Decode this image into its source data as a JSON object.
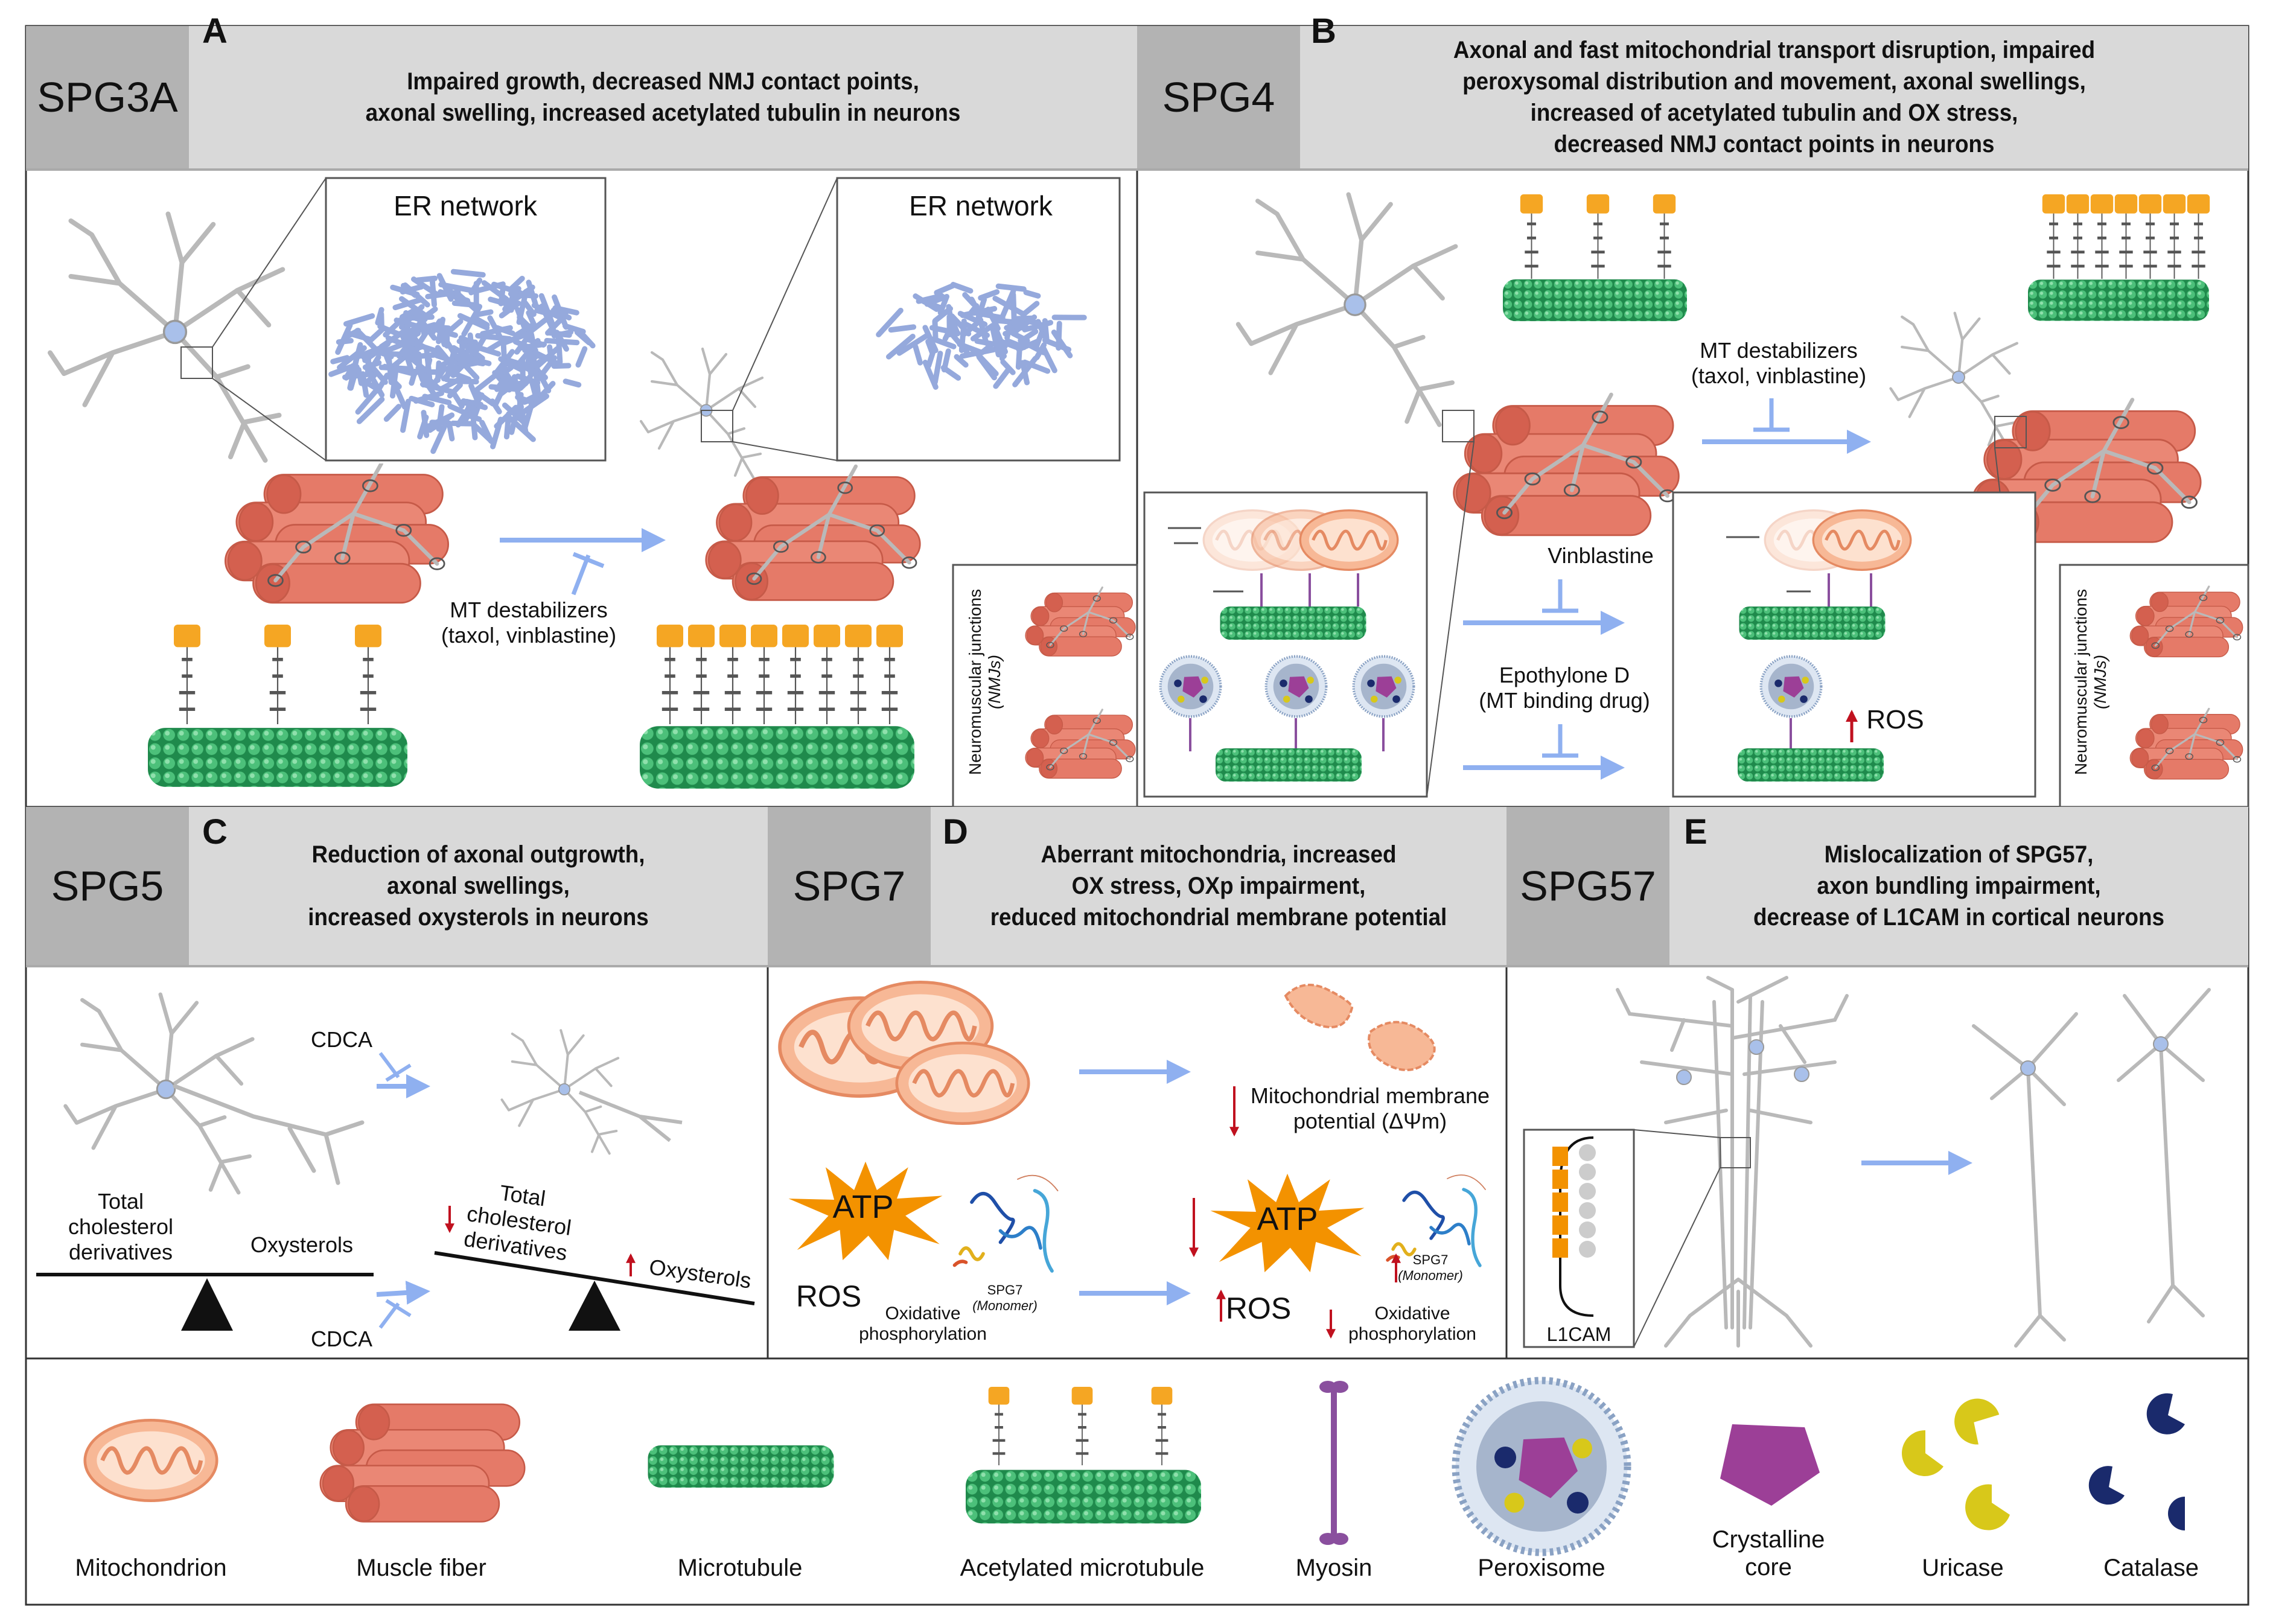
{
  "panels": {
    "A": {
      "letter": "A",
      "gene": "SPG3A",
      "header": [
        "Impaired growth, decreased NMJ contact points,",
        "axonal swelling, increased acetylated tubulin in neurons"
      ],
      "er_label_1": "ER network",
      "er_label_2": "ER network",
      "treatment": [
        "MT destabilizers",
        "(taxol, vinblastine)"
      ],
      "nmj_label": [
        "Neuromuscular junctions",
        "(NMJs)"
      ]
    },
    "B": {
      "letter": "B",
      "gene": "SPG4",
      "header": [
        "Axonal and fast mitochondrial transport disruption, impaired",
        "peroxysomal distribution and movement, axonal swellings,",
        "increased of acetylated tubulin and OX stress,",
        "decreased NMJ contact points in neurons"
      ],
      "treatment": [
        "MT destabilizers",
        "(taxol, vinblastine)"
      ],
      "vinblastine": "Vinblastine",
      "epothylone": [
        "Epothylone D",
        "(MT binding drug)"
      ],
      "ros": "ROS",
      "nmj_label": [
        "Neuromuscular junctions",
        "(NMJs)"
      ]
    },
    "C": {
      "letter": "C",
      "gene": "SPG5",
      "header": [
        "Reduction of axonal outgrowth,",
        "axonal swellings,",
        "increased oxysterols in neurons"
      ],
      "cdca_top": "CDCA",
      "cdca_bottom": "CDCA",
      "left_cholesterol": [
        "Total",
        "cholesterol",
        "derivatives"
      ],
      "left_oxysterols": "Oxysterols",
      "right_cholesterol": [
        "Total",
        "cholesterol",
        "derivatives"
      ],
      "right_oxysterols": "Oxysterols"
    },
    "D": {
      "letter": "D",
      "gene": "SPG7",
      "header": [
        "Aberrant mitochondria, increased",
        "OX stress, OXp impairment,",
        "reduced mitochondrial membrane potential"
      ],
      "membrane_potential": [
        "Mitochondrial membrane",
        "potential (ΔΨm)"
      ],
      "atp_left": "ATP",
      "atp_right": "ATP",
      "ros_left": "ROS",
      "ros_right": "ROS",
      "oxphos_left": [
        "Oxidative",
        "phosphorylation"
      ],
      "oxphos_right": [
        "Oxidative",
        "phosphorylation"
      ],
      "spg7_left": [
        "SPG7",
        "(Monomer)"
      ],
      "spg7_right": [
        "SPG7",
        "(Monomer)"
      ]
    },
    "E": {
      "letter": "E",
      "gene": "SPG57",
      "header": [
        "Mislocalization of SPG57,",
        "axon bundling impairment,",
        "decrease of L1CAM in cortical neurons"
      ],
      "l1cam": "L1CAM"
    }
  },
  "legend": [
    {
      "label": "Mitochondrion",
      "icon": "mitochondrion"
    },
    {
      "label": "Muscle fiber",
      "icon": "muscle-fiber"
    },
    {
      "label": "Microtubule",
      "icon": "microtubule"
    },
    {
      "label": "Acetylated microtubule",
      "icon": "acetylated-microtubule"
    },
    {
      "label": "Myosin",
      "icon": "myosin"
    },
    {
      "label": "Peroxisome",
      "icon": "peroxisome"
    },
    {
      "label": [
        "Crystalline",
        "core"
      ],
      "icon": "crystalline-core"
    },
    {
      "label": "Uricase",
      "icon": "uricase"
    },
    {
      "label": "Catalase",
      "icon": "catalase"
    }
  ],
  "colors": {
    "header_bg": "#d9d9d9",
    "gene_bg": "#b3b3b3",
    "arrow": "#8fb0f0",
    "muscle": "#e57a68",
    "microtubule": "#3aa866",
    "acetyl": "#f5a623",
    "mitochondrion": "#f7b896",
    "atp": "#f39200",
    "er": "#95a9dc",
    "myosin": "#8a4f9e",
    "crystalline_core": "#9c3f97",
    "uricase": "#d8c81a",
    "catalase": "#1a2a6c",
    "up_down_arrow": "#c0111f"
  }
}
